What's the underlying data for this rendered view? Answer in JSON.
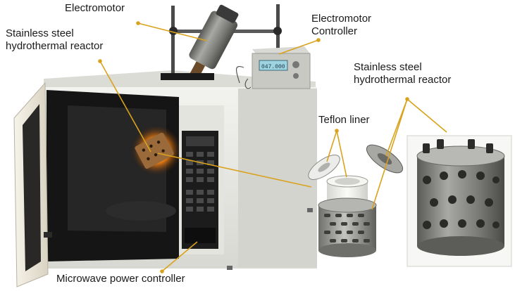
{
  "labels": {
    "electromotor": "Electromotor",
    "electromotor_controller": [
      "Electromotor",
      "Controller"
    ],
    "stainless_steel_reactor_left": [
      "Stainless steel",
      "hydrothermal reactor"
    ],
    "stainless_steel_reactor_right": [
      "Stainless steel",
      "hydrothermal reactor"
    ],
    "teflon_liner": "Teflon liner",
    "microwave_power_controller": "Microwave power controller"
  },
  "controller_display": "047.000",
  "colors": {
    "leader_line": "#d9a21c",
    "microwave_body": "#e9e9e6",
    "microwave_door_frame": "#efebe0",
    "glow": "#f08a1a",
    "reactor_metal": "#8a8a86",
    "liner": "#f4f4f0"
  }
}
